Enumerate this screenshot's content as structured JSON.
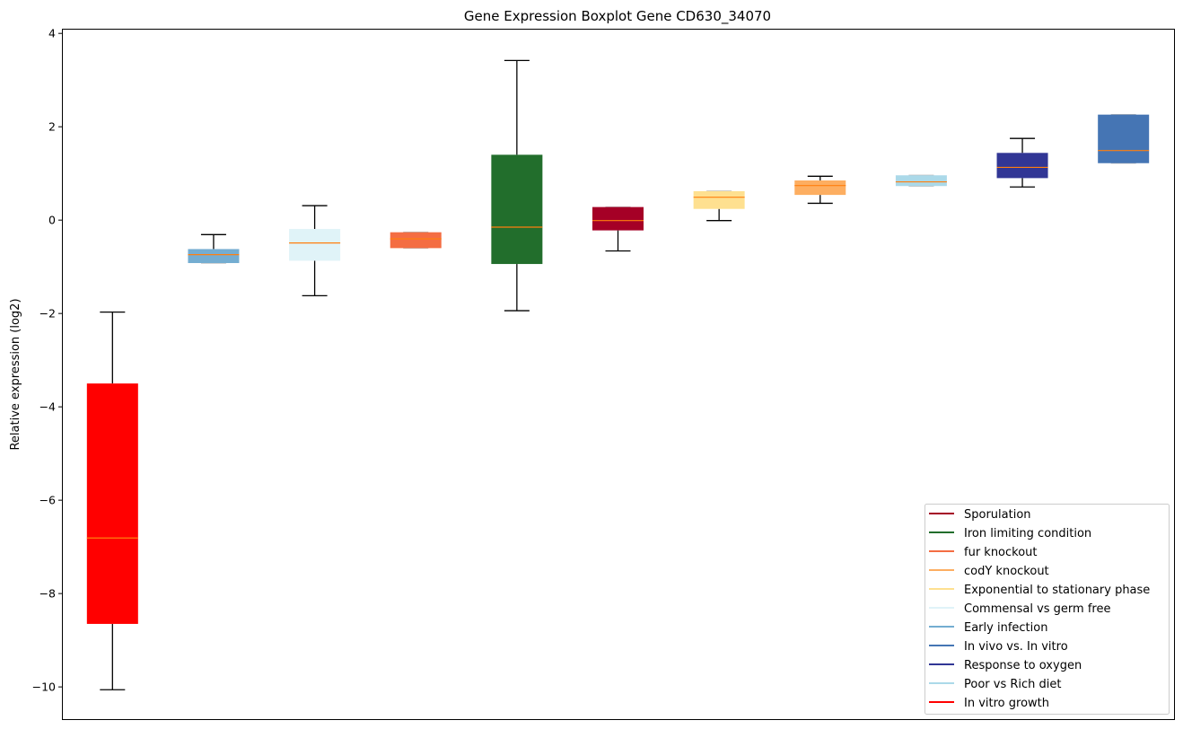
{
  "chart_data": {
    "type": "boxplot",
    "title": "Gene Expression Boxplot Gene CD630_34070",
    "xlabel": "",
    "ylabel": "Relative expression (log2)",
    "ylim": [
      -10.69,
      4.1
    ],
    "yticks": [
      4,
      2,
      0,
      -2,
      -4,
      -6,
      -8,
      -10
    ],
    "ytick_labels": [
      "4",
      "2",
      "0",
      "−2",
      "−4",
      "−6",
      "−8",
      "−10"
    ],
    "grid": false,
    "legend_position": "lower-right",
    "median_color": "#ff7f0e",
    "boxes": [
      {
        "name": "In vitro growth",
        "color": "#ff0000",
        "whisker_low": -10.06,
        "q1": -8.65,
        "median": -6.81,
        "q3": -3.5,
        "whisker_high": -1.97
      },
      {
        "name": "Early infection",
        "color": "#74add1",
        "whisker_low": -0.92,
        "q1": -0.92,
        "median": -0.74,
        "q3": -0.62,
        "whisker_high": -0.31
      },
      {
        "name": "Commensal vs germ free",
        "color": "#e0f3f8",
        "whisker_low": -1.62,
        "q1": -0.87,
        "median": -0.49,
        "q3": -0.19,
        "whisker_high": 0.31
      },
      {
        "name": "fur knockout",
        "color": "#f46d43",
        "whisker_low": -0.6,
        "q1": -0.6,
        "median": -0.4,
        "q3": -0.26,
        "whisker_high": -0.26
      },
      {
        "name": "Iron limiting condition",
        "color": "#226e2c",
        "whisker_low": -1.94,
        "q1": -0.94,
        "median": -0.15,
        "q3": 1.4,
        "whisker_high": 3.42
      },
      {
        "name": "Sporulation",
        "color": "#a50026",
        "whisker_low": -0.66,
        "q1": -0.22,
        "median": -0.01,
        "q3": 0.28,
        "whisker_high": 0.28
      },
      {
        "name": "Exponential to stationary phase",
        "color": "#fee090",
        "whisker_low": -0.01,
        "q1": 0.24,
        "median": 0.49,
        "q3": 0.62,
        "whisker_high": 0.62
      },
      {
        "name": "codY knockout",
        "color": "#fdae61",
        "whisker_low": 0.36,
        "q1": 0.54,
        "median": 0.74,
        "q3": 0.85,
        "whisker_high": 0.94
      },
      {
        "name": "Poor vs Rich diet",
        "color": "#abd9e9",
        "whisker_low": 0.73,
        "q1": 0.73,
        "median": 0.82,
        "q3": 0.96,
        "whisker_high": 0.96
      },
      {
        "name": "Response to oxygen",
        "color": "#313695",
        "whisker_low": 0.71,
        "q1": 0.9,
        "median": 1.13,
        "q3": 1.44,
        "whisker_high": 1.75
      },
      {
        "name": "In vivo vs. In vitro",
        "color": "#4575b4",
        "whisker_low": 1.22,
        "q1": 1.22,
        "median": 1.49,
        "q3": 2.26,
        "whisker_high": 2.26
      }
    ],
    "legend": [
      {
        "label": "Sporulation",
        "color": "#a50026"
      },
      {
        "label": "Iron limiting condition",
        "color": "#226e2c"
      },
      {
        "label": "fur knockout",
        "color": "#f46d43"
      },
      {
        "label": "codY knockout",
        "color": "#fdae61"
      },
      {
        "label": "Exponential to stationary phase",
        "color": "#fee090"
      },
      {
        "label": "Commensal vs germ free",
        "color": "#e0f3f8"
      },
      {
        "label": "Early infection",
        "color": "#74add1"
      },
      {
        "label": "In vivo vs. In vitro",
        "color": "#4575b4"
      },
      {
        "label": "Response to oxygen",
        "color": "#313695"
      },
      {
        "label": "Poor vs Rich diet",
        "color": "#abd9e9"
      },
      {
        "label": "In vitro growth",
        "color": "#ff0000"
      }
    ]
  }
}
